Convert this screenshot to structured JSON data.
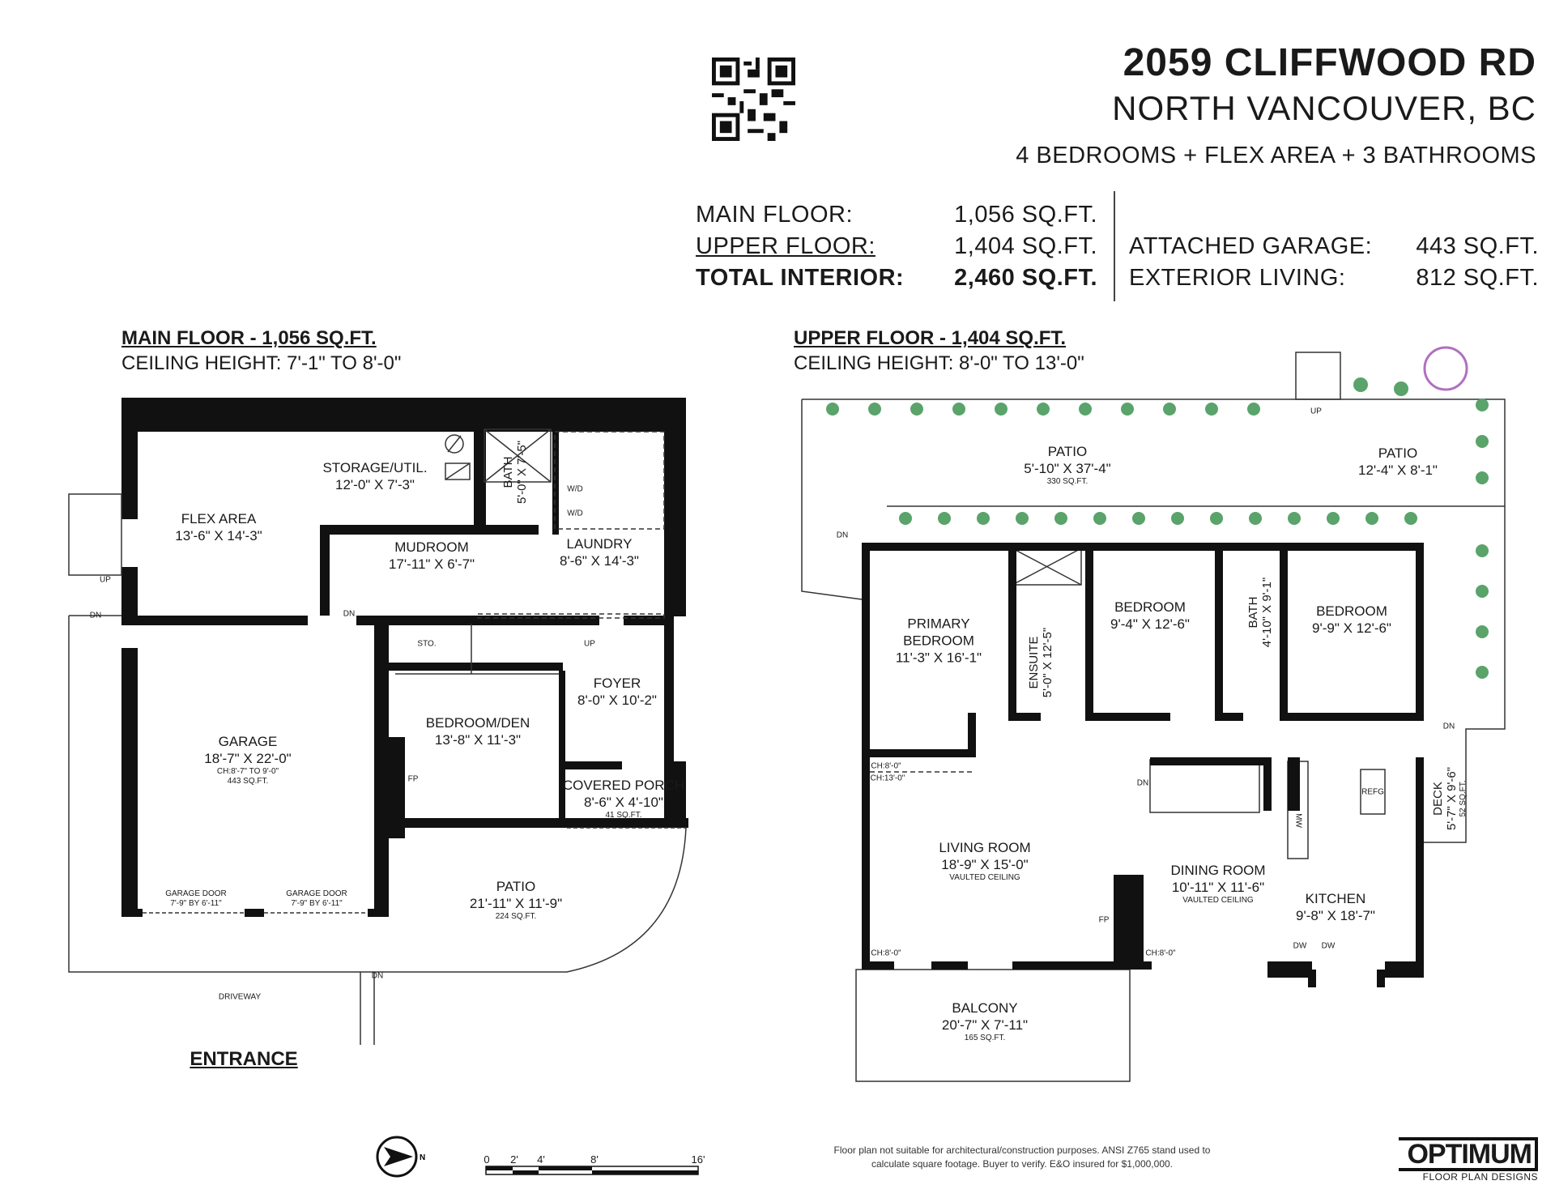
{
  "header": {
    "address": "2059 CLIFFWOOD RD",
    "city": "NORTH VANCOUVER, BC",
    "summary": "4 BEDROOMS + FLEX AREA + 3 BATHROOMS"
  },
  "stats_left": [
    {
      "label": "MAIN FLOOR:",
      "value": "1,056 SQ.FT."
    },
    {
      "label": "UPPER FLOOR:",
      "value": "1,404 SQ.FT."
    },
    {
      "label": "TOTAL INTERIOR:",
      "value": "2,460 SQ.FT."
    }
  ],
  "stats_right": [
    {
      "label": "ATTACHED GARAGE:",
      "value": "443 SQ.FT."
    },
    {
      "label": "EXTERIOR LIVING:",
      "value": "812 SQ.FT."
    }
  ],
  "main_floor": {
    "title": "MAIN FLOOR - 1,056 SQ.FT.",
    "ceiling": "CEILING HEIGHT: 7'-1\" TO 8'-0\"",
    "rooms": [
      {
        "name": "STORAGE/UTIL.",
        "dims": "12'-0\" X 7'-3\""
      },
      {
        "name": "BATH",
        "dims": "5'-0\" X 7'-5\""
      },
      {
        "name": "FLEX AREA",
        "dims": "13'-6\" X 14'-3\""
      },
      {
        "name": "MUDROOM",
        "dims": "17'-11\" X 6'-7\""
      },
      {
        "name": "LAUNDRY",
        "dims": "8'-6\" X 14'-3\""
      },
      {
        "name": "FOYER",
        "dims": "8'-0\" X 10'-2\""
      },
      {
        "name": "BEDROOM/DEN",
        "dims": "13'-8\" X 11'-3\""
      },
      {
        "name": "GARAGE",
        "dims": "18'-7\" X 22'-0\"",
        "note": "CH:8'-7\" TO 9'-0\"",
        "area": "443 SQ.FT."
      },
      {
        "name": "COVERED PORCH",
        "dims": "8'-6\" X 4'-10\"",
        "area": "41 SQ.FT."
      },
      {
        "name": "PATIO",
        "dims": "21'-11\" X 11'-9\"",
        "area": "224 SQ.FT."
      }
    ],
    "labels": {
      "garage_door_1": "GARAGE DOOR",
      "garage_door_1_size": "7'-9\" BY 6'-11\"",
      "garage_door_2": "GARAGE DOOR",
      "garage_door_2_size": "7'-9\" BY 6'-11\"",
      "driveway": "DRIVEWAY",
      "entrance": "ENTRANCE",
      "sto": "STO.",
      "up": "UP",
      "dn": "DN",
      "fp": "FP",
      "wd": "W/D"
    }
  },
  "upper_floor": {
    "title": "UPPER FLOOR - 1,404 SQ.FT.",
    "ceiling": "CEILING HEIGHT: 8'-0\" TO 13'-0\"",
    "rooms": [
      {
        "name": "PATIO",
        "dims": "5'-10\" X 37'-4\"",
        "area": "330 SQ.FT."
      },
      {
        "name": "PATIO",
        "dims": "12'-4\" X 8'-1\""
      },
      {
        "name": "PRIMARY BEDROOM",
        "dims": "11'-3\" X 16'-1\""
      },
      {
        "name": "ENSUITE",
        "dims": "5'-0\" X 12'-5\""
      },
      {
        "name": "BEDROOM",
        "dims": "9'-4\" X 12'-6\""
      },
      {
        "name": "BATH",
        "dims": "4'-10\" X 9'-1\""
      },
      {
        "name": "BEDROOM",
        "dims": "9'-9\" X 12'-6\""
      },
      {
        "name": "LIVING ROOM",
        "dims": "18'-9\" X 15'-0\"",
        "note": "VAULTED CEILING"
      },
      {
        "name": "DINING ROOM",
        "dims": "10'-11\" X 11'-6\"",
        "note": "VAULTED CEILING"
      },
      {
        "name": "KITCHEN",
        "dims": "9'-8\" X 18'-7\""
      },
      {
        "name": "DECK",
        "dims": "5'-7\" X 9'-6\"",
        "area": "52 SQ.FT."
      },
      {
        "name": "BALCONY",
        "dims": "20'-7\" X 7'-11\"",
        "area": "165 SQ.FT."
      }
    ],
    "labels": {
      "ch1": "CH:8'-0\"",
      "ch2": "CH:13'-0\"",
      "ch3": "CH:8'-0\"",
      "ch4": "CH:8'-0\"",
      "up": "UP",
      "dn": "DN",
      "dn2": "DN",
      "dn3": "DN",
      "fp": "FP",
      "refg": "REFG",
      "mw": "MW",
      "dw1": "DW",
      "dw2": "DW"
    }
  },
  "footer": {
    "compass_letter": "N",
    "scale_ticks": [
      "0",
      "2'",
      "4'",
      "8'",
      "16'"
    ],
    "disclaimer_1": "Floor plan not suitable for architectural/construction purposes. ANSI Z765 stand used to",
    "disclaimer_2": "calculate square footage. Buyer to verify.  E&O insured for $1,000,000.",
    "logo_main": "OPTIMUM",
    "logo_sub": "FLOOR PLAN DESIGNS"
  },
  "colors": {
    "wall": "#111111",
    "plant": "#5aa36a",
    "tree": "#b070c0"
  }
}
